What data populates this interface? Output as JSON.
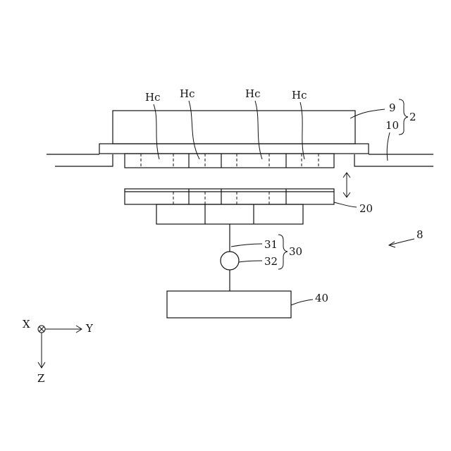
{
  "labels": {
    "hc_1": "Hc",
    "hc_2": "Hc",
    "hc_3": "Hc",
    "hc_4": "Hc",
    "ref_9": "9",
    "ref_10": "10",
    "ref_2": "2",
    "ref_20": "20",
    "ref_8": "8",
    "ref_31": "31",
    "ref_32": "32",
    "ref_30": "30",
    "ref_40": "40",
    "axis_x": "X",
    "axis_y": "Y",
    "axis_z": "Z"
  }
}
